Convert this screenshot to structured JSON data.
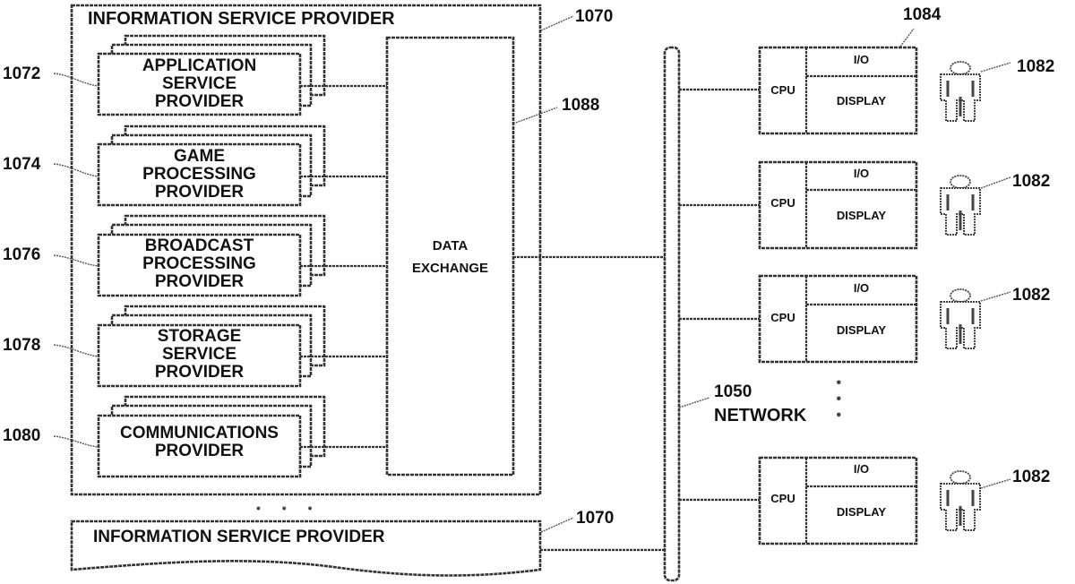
{
  "isp_main": {
    "title": "INFORMATION SERVICE PROVIDER",
    "ref": "1070",
    "providers": [
      {
        "ref": "1072",
        "lines": [
          "APPLICATION",
          "SERVICE",
          "PROVIDER"
        ]
      },
      {
        "ref": "1074",
        "lines": [
          "GAME",
          "PROCESSING",
          "PROVIDER"
        ]
      },
      {
        "ref": "1076",
        "lines": [
          "BROADCAST",
          "PROCESSING",
          "PROVIDER"
        ]
      },
      {
        "ref": "1078",
        "lines": [
          "STORAGE",
          "SERVICE",
          "PROVIDER"
        ]
      },
      {
        "ref": "1080",
        "lines": [
          "COMMUNICATIONS",
          "PROVIDER"
        ]
      }
    ],
    "data_exchange": {
      "lines": [
        "DATA",
        "EXCHANGE"
      ],
      "ref": "1088"
    }
  },
  "isp_secondary": {
    "title": "INFORMATION SERVICE PROVIDER",
    "ref": "1070"
  },
  "network": {
    "ref": "1050",
    "label": "NETWORK"
  },
  "client_ref": "1084",
  "clients": [
    {
      "cpu": "CPU",
      "io": "I/O",
      "display": "DISPLAY",
      "user_ref": "1082"
    },
    {
      "cpu": "CPU",
      "io": "I/O",
      "display": "DISPLAY",
      "user_ref": "1082"
    },
    {
      "cpu": "CPU",
      "io": "I/O",
      "display": "DISPLAY",
      "user_ref": "1082"
    },
    {
      "cpu": "CPU",
      "io": "I/O",
      "display": "DISPLAY",
      "user_ref": "1082"
    }
  ],
  "ellipsis": "• • •"
}
